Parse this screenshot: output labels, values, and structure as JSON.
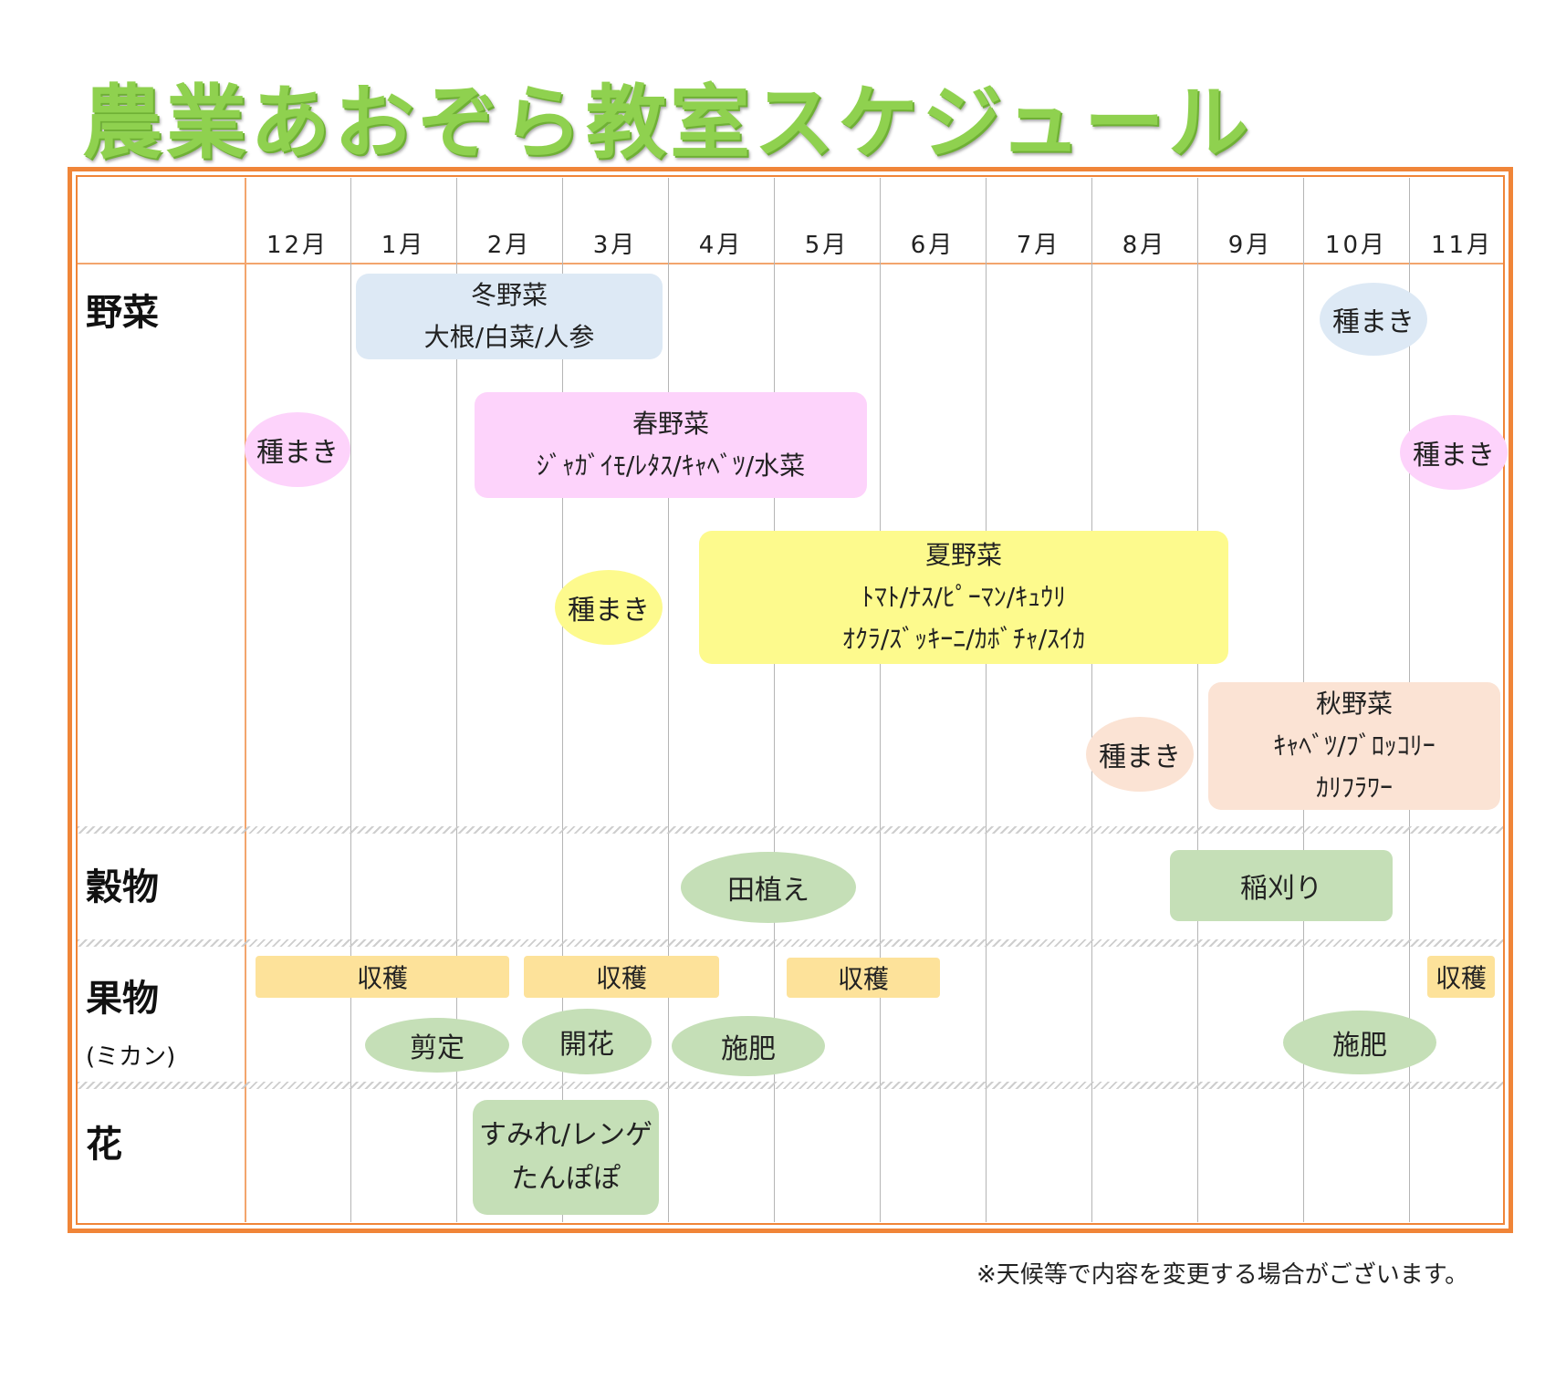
{
  "title": "農業あおぞら教室スケジュール",
  "colors": {
    "frame": "#f08538",
    "title": "#8fd14f",
    "winter": "#dde9f5",
    "spring": "#fdd3fb",
    "summer": "#fdfa8d",
    "autumn": "#fbe3d4",
    "green": "#c5dfb7",
    "harvest": "#fde29a"
  },
  "months": [
    "12月",
    "1月",
    "2月",
    "3月",
    "4月",
    "5月",
    "6月",
    "7月",
    "8月",
    "9月",
    "10月",
    "11月"
  ],
  "categories": {
    "vegetables": "野菜",
    "grains": "穀物",
    "fruits": "果物",
    "fruits_sub": "(ミカン)",
    "flowers": "花"
  },
  "vegetables": {
    "winter": {
      "name": "冬野菜",
      "items": "大根/白菜/人参"
    },
    "spring": {
      "name": "春野菜",
      "items": "ｼﾞｬｶﾞｲﾓ/ﾚﾀｽ/ｷｬﾍﾞﾂ/水菜"
    },
    "summer": {
      "name": "夏野菜",
      "items1": "ﾄﾏﾄ/ﾅｽ/ﾋﾟｰﾏﾝ/ｷｭｳﾘ",
      "items2": "ｵｸﾗ/ｽﾞｯｷｰﾆ/ｶﾎﾞﾁｬ/ｽｲｶ"
    },
    "autumn": {
      "name": "秋野菜",
      "items1": "ｷｬﾍﾞﾂ/ﾌﾞﾛｯｺﾘｰ",
      "items2": "ｶﾘﾌﾗﾜｰ"
    },
    "sowing": "種まき"
  },
  "grains": {
    "planting": "田植え",
    "harvest": "稲刈り"
  },
  "fruits": {
    "harvest": "収穫",
    "pruning": "剪定",
    "blooming": "開花",
    "fertilize": "施肥"
  },
  "flowers": {
    "line1": "すみれ/レンゲ",
    "line2": "たんぽぽ"
  },
  "note": "※天候等で内容を変更する場合がございます。"
}
